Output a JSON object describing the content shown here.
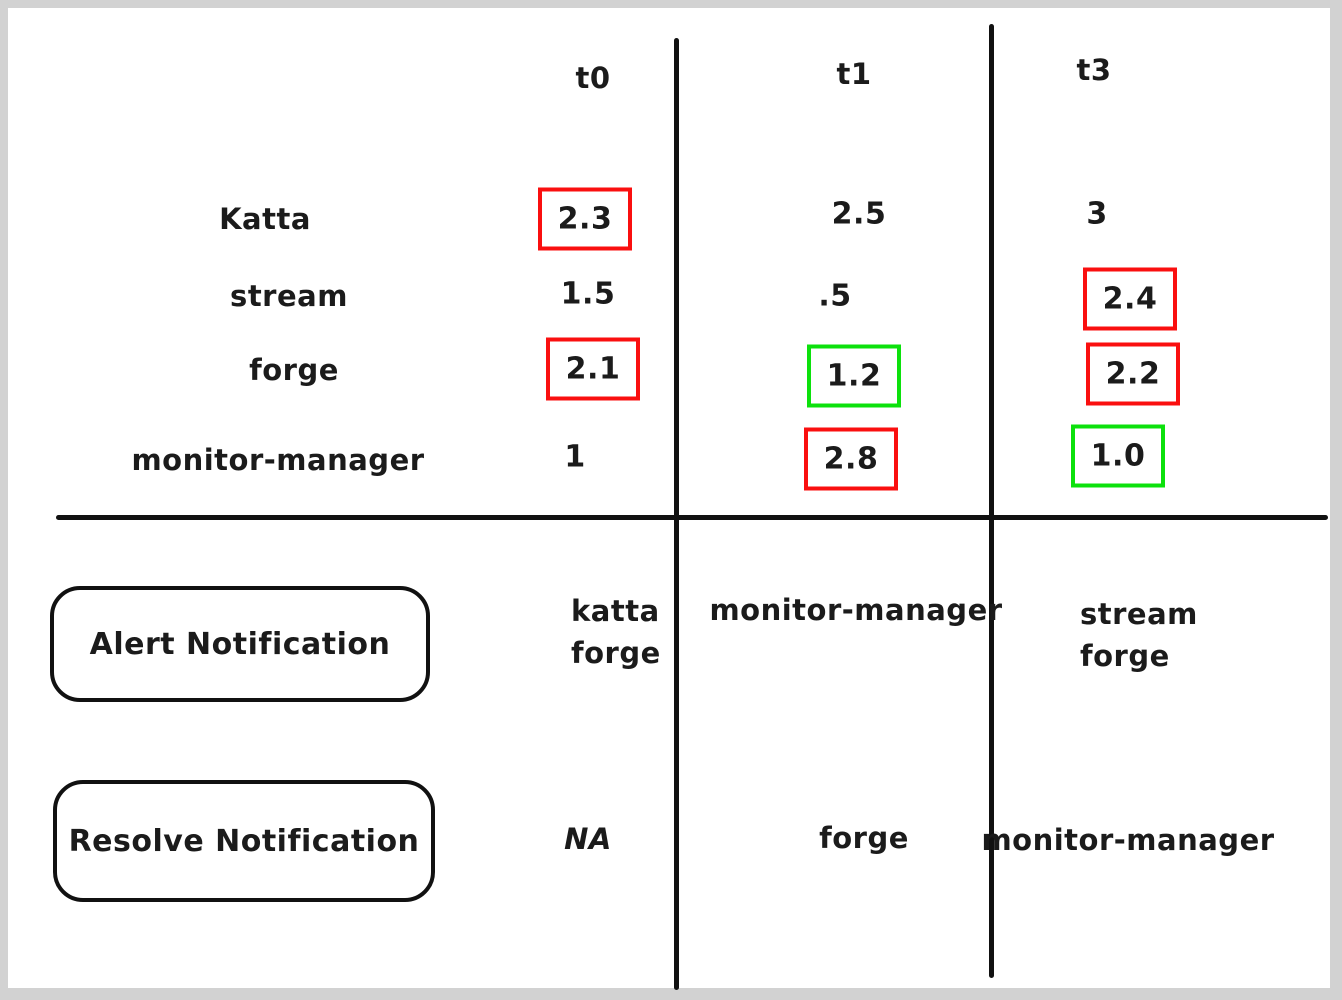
{
  "colors": {
    "ink": "#1b1b1b",
    "line": "#111111",
    "highlight_red": "#fa0f0f",
    "highlight_green": "#0ce10c",
    "canvas_bg": "#ffffff",
    "frame_bg": "#d2d2d2"
  },
  "columns": [
    "t0",
    "t1",
    "t3"
  ],
  "metric_rows": [
    {
      "label": "Katta",
      "cells": [
        {
          "value": "2.3",
          "box": "red"
        },
        {
          "value": "2.5",
          "box": "none"
        },
        {
          "value": "3",
          "box": "none"
        }
      ]
    },
    {
      "label": "stream",
      "cells": [
        {
          "value": "1.5",
          "box": "none"
        },
        {
          "value": ".5",
          "box": "none"
        },
        {
          "value": "2.4",
          "box": "red"
        }
      ]
    },
    {
      "label": "forge",
      "cells": [
        {
          "value": "2.1",
          "box": "red"
        },
        {
          "value": "1.2",
          "box": "green"
        },
        {
          "value": "2.2",
          "box": "red"
        }
      ]
    },
    {
      "label": "monitor-manager",
      "cells": [
        {
          "value": "1",
          "box": "none"
        },
        {
          "value": "2.8",
          "box": "red"
        },
        {
          "value": "1.0",
          "box": "green"
        }
      ]
    }
  ],
  "notification_rows": [
    {
      "label": "Alert Notification",
      "cells": [
        {
          "lines": [
            "katta",
            "forge"
          ]
        },
        {
          "lines": [
            "monitor-manager"
          ]
        },
        {
          "lines": [
            "stream",
            "forge"
          ]
        }
      ]
    },
    {
      "label": "Resolve Notification",
      "cells": [
        {
          "lines": [
            "NA"
          ]
        },
        {
          "lines": [
            "forge"
          ]
        },
        {
          "lines": [
            "monitor-manager"
          ]
        }
      ]
    }
  ]
}
